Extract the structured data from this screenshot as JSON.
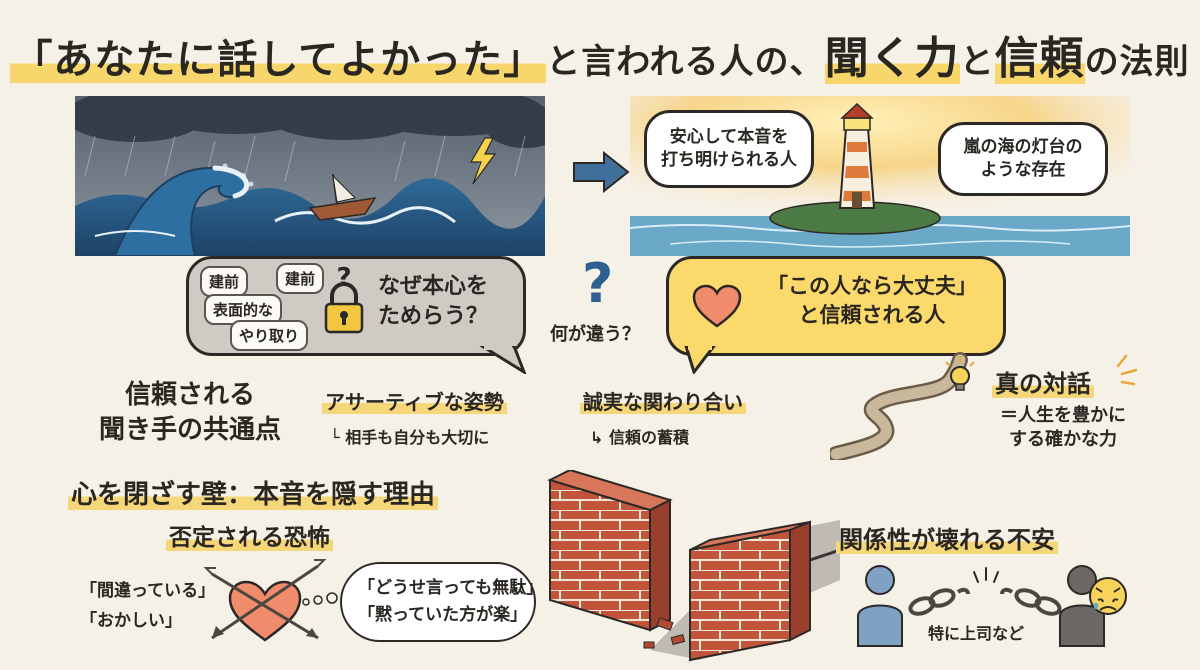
{
  "title": {
    "part1": "「あなたに話してよかった」",
    "part2": "と言われる人の、",
    "part3": "聞く力",
    "part4": "と",
    "part5": "信頼",
    "part6": "の法則"
  },
  "lighthouse": {
    "bubble_left": "安心して本音を\n打ち明けられる人",
    "bubble_right": "嵐の海の灯台の\nような存在"
  },
  "hesitation": {
    "tag1": "建前",
    "tag2": "建前",
    "tag3": "表面的な",
    "tag4": "やり取り",
    "question": "なぜ本心を\nためらう？"
  },
  "middle": {
    "question_mark": "?",
    "label": "何が違う？"
  },
  "trusted": {
    "text": "「この人なら大丈夫」\nと信頼される人"
  },
  "common_points": {
    "heading": "信頼される\n聞き手の共通点",
    "point1_title": "アサーティブな姿勢",
    "point1_sub": "└ 相手も自分も大切に",
    "point2_title": "誠実な関わり合い",
    "point2_sub": "↳ 信頼の蓄積"
  },
  "dialogue": {
    "title": "真の対話",
    "sub": "＝人生を豊かに\nする確かな力"
  },
  "walls": {
    "heading": "心を閉ざす壁：本音を隠す理由",
    "fear_heading": "否定される恐怖",
    "quote_left1": "「間違っている」",
    "quote_left2": "「おかしい」",
    "quote_right1": "「どうせ言っても無駄」",
    "quote_right2": "「黙っていた方が楽」",
    "relationship_heading": "関係性が壊れる不安",
    "relationship_sub": "特に上司など"
  },
  "colors": {
    "highlight": "#f5d779",
    "bubble_yellow": "#fbd96b",
    "bubble_gray": "#cfcac3",
    "brick": "#c2543a",
    "heart": "#f08b6c"
  }
}
